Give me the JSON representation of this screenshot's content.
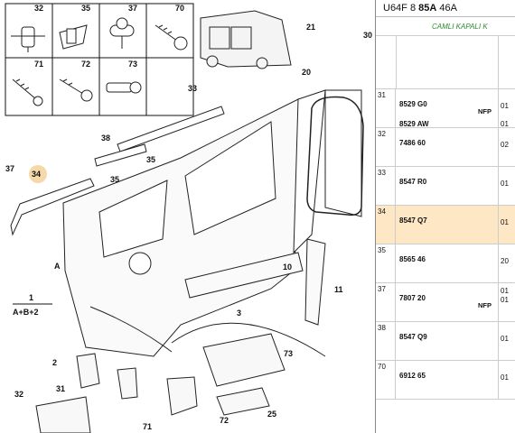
{
  "header": {
    "code_prefix": "U64F 8",
    "code_bold": "85A",
    "code_suffix": "46A",
    "subtitle": "CAMLI KAPALI K"
  },
  "callouts": {
    "c32": "32",
    "c35": "35",
    "c37": "37",
    "c70": "70",
    "c71": "71",
    "c72": "72",
    "c73": "73",
    "c37b": "37",
    "c34": "34",
    "c38": "38",
    "c33": "33",
    "c35b": "35",
    "c35c": "35",
    "c21": "21",
    "c30": "30",
    "c20": "20",
    "c10": "10",
    "c11": "11",
    "c3": "3",
    "cA": "A",
    "c1": "1",
    "cABC": "A+B+2",
    "c2": "2",
    "c32b": "32",
    "c31": "31",
    "c71b": "71",
    "c72b": "72",
    "c73b": "73",
    "c25": "25"
  },
  "rows": [
    {
      "num": "31",
      "ref1": "8529 G0",
      "ref2": "8529 AW",
      "nfp": "NFP",
      "q0": "",
      "q1": "01",
      "q2": "01",
      "highlight": false
    },
    {
      "num": "32",
      "ref1": "7486 60",
      "ref2": "",
      "nfp": "",
      "q0": "",
      "q1": "02",
      "q2": "",
      "highlight": false
    },
    {
      "num": "33",
      "ref1": "8547 R0",
      "ref2": "",
      "nfp": "",
      "q0": "",
      "q1": "01",
      "q2": "",
      "highlight": false
    },
    {
      "num": "34",
      "ref1": "8547 Q7",
      "ref2": "",
      "nfp": "",
      "q0": "",
      "q1": "01",
      "q2": "",
      "highlight": true
    },
    {
      "num": "35",
      "ref1": "8565 46",
      "ref2": "",
      "nfp": "",
      "q0": "",
      "q1": "20",
      "q2": "",
      "highlight": false
    },
    {
      "num": "37",
      "ref1": "7807 20",
      "ref2": "",
      "nfp": "NFP",
      "q0": "01",
      "q1": "01",
      "q2": "",
      "highlight": false
    },
    {
      "num": "38",
      "ref1": "8547 Q9",
      "ref2": "",
      "nfp": "",
      "q0": "",
      "q1": "01",
      "q2": "",
      "highlight": false
    },
    {
      "num": "70",
      "ref1": "6912 65",
      "ref2": "",
      "nfp": "",
      "q0": "",
      "q1": "01",
      "q2": "",
      "highlight": false
    }
  ]
}
